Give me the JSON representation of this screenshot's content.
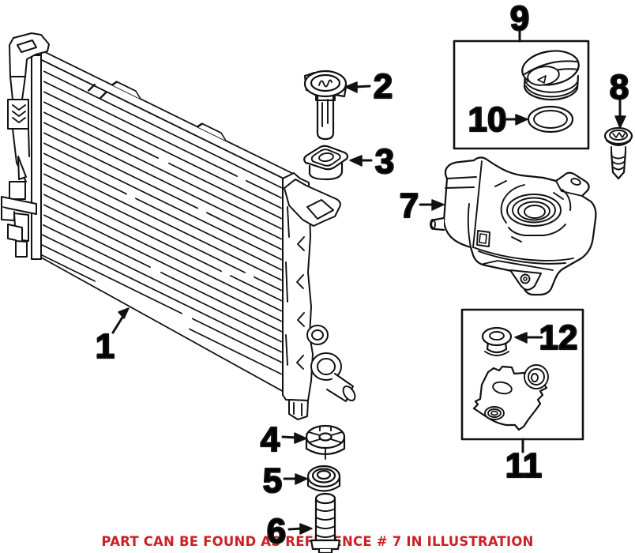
{
  "diagram": {
    "note": "PART CAN BE FOUND AS REFERENCE # 7 IN ILLUSTRATION",
    "note_color": "#cc2027",
    "line_color": "#111111",
    "background_color": "#ffffff",
    "callouts": [
      {
        "label": "1",
        "part": "radiator"
      },
      {
        "label": "2",
        "part": "coolant-level-sensor"
      },
      {
        "label": "3",
        "part": "radiator-mount-bushing"
      },
      {
        "label": "4",
        "part": "lower-mount-bushing"
      },
      {
        "label": "5",
        "part": "grommet"
      },
      {
        "label": "6",
        "part": "mounting-stud"
      },
      {
        "label": "7",
        "part": "coolant-reservoir-tank"
      },
      {
        "label": "8",
        "part": "screw"
      },
      {
        "label": "9",
        "part": "reservoir-cap-kit"
      },
      {
        "label": "10",
        "part": "cap-seal-ring"
      },
      {
        "label": "11",
        "part": "reservoir-bracket-kit"
      },
      {
        "label": "12",
        "part": "bracket-grommet"
      }
    ]
  }
}
